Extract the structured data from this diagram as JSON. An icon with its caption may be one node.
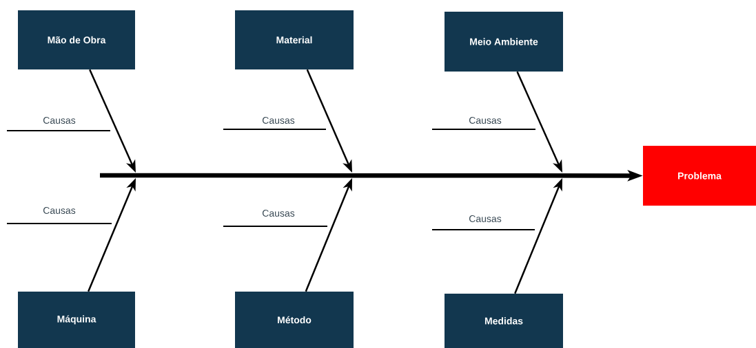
{
  "diagram": {
    "nodes": [
      {
        "text": [
          "Mão de Obra"
        ]
      },
      {
        "text": [
          "Material"
        ]
      },
      {
        "text": [
          "Meio Ambiente"
        ]
      },
      {
        "text": [
          "Máquina"
        ]
      },
      {
        "text": [
          "Método"
        ]
      },
      {
        "text": [
          "Medidas"
        ]
      },
      {
        "text": [
          "Problema"
        ]
      }
    ],
    "edges": [
      {
        "from": 0,
        "to": null,
        "arrow": "to"
      },
      {
        "from": 3,
        "to": null,
        "arrow": "to"
      },
      {
        "from": 1,
        "to": null,
        "arrow": "to"
      },
      {
        "from": 4,
        "to": null,
        "arrow": "to"
      },
      {
        "from": 2,
        "to": null,
        "arrow": "to"
      },
      {
        "from": 5,
        "to": null,
        "arrow": "to"
      },
      {
        "from": null,
        "to": 6,
        "arrow": "to",
        "style": "thick"
      }
    ],
    "labels": [
      "Causas",
      "Causas",
      "Causas",
      "Causas",
      "Causas",
      "Causas"
    ]
  }
}
